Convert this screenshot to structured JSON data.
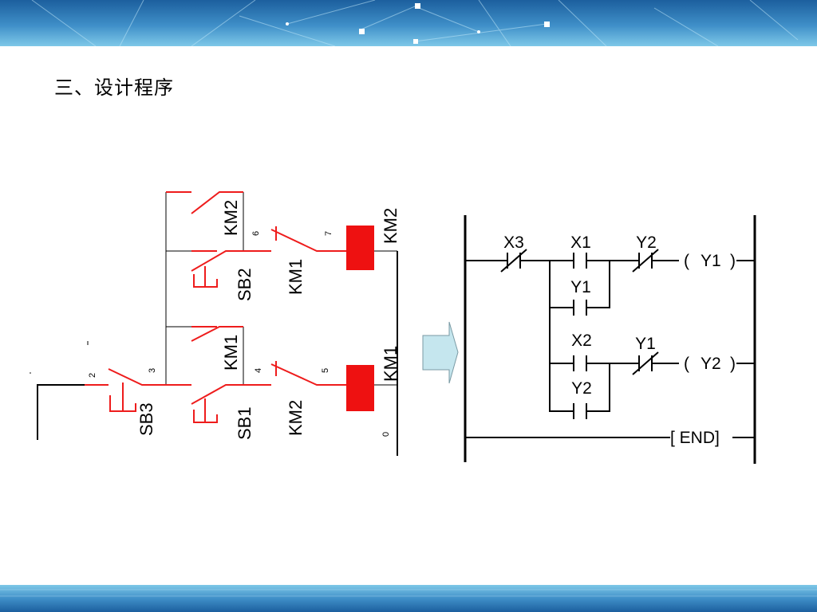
{
  "title": "三、设计程序",
  "colors": {
    "banner_dark": "#1c5f9e",
    "banner_light": "#7ec8e8",
    "circuit_red": "#ee1c1c",
    "coil_fill": "#ee1111",
    "arrow_fill": "#c5e6ee",
    "wire": "#000000"
  },
  "relay_circuit": {
    "switches": {
      "sb3": "SB3",
      "sb2": "SB2",
      "sb1": "SB1"
    },
    "contacts": {
      "km2_hold_upper": "KM2",
      "km1_hold_lower": "KM1",
      "km1_interlock_upper": "KM1",
      "km2_interlock_lower": "KM2"
    },
    "coils": {
      "km2": "KM2",
      "km1": "KM1"
    },
    "nodes": {
      "n2": "2",
      "n3": "3",
      "n4": "4",
      "n5": "5",
      "n6": "6",
      "n7": "7",
      "n0": "0"
    }
  },
  "ladder": {
    "rung1": {
      "contact_x3": "X3",
      "contact_x1": "X1",
      "contact_y1_seal": "Y1",
      "contact_y2_interlock": "Y2",
      "coil": "Y1",
      "coil_open": "(",
      "coil_close": ")"
    },
    "rung2": {
      "contact_x2": "X2",
      "contact_y2_seal": "Y2",
      "contact_y1_interlock": "Y1",
      "coil": "Y2",
      "coil_open": "(",
      "coil_close": ")"
    },
    "end": "[ END]"
  }
}
